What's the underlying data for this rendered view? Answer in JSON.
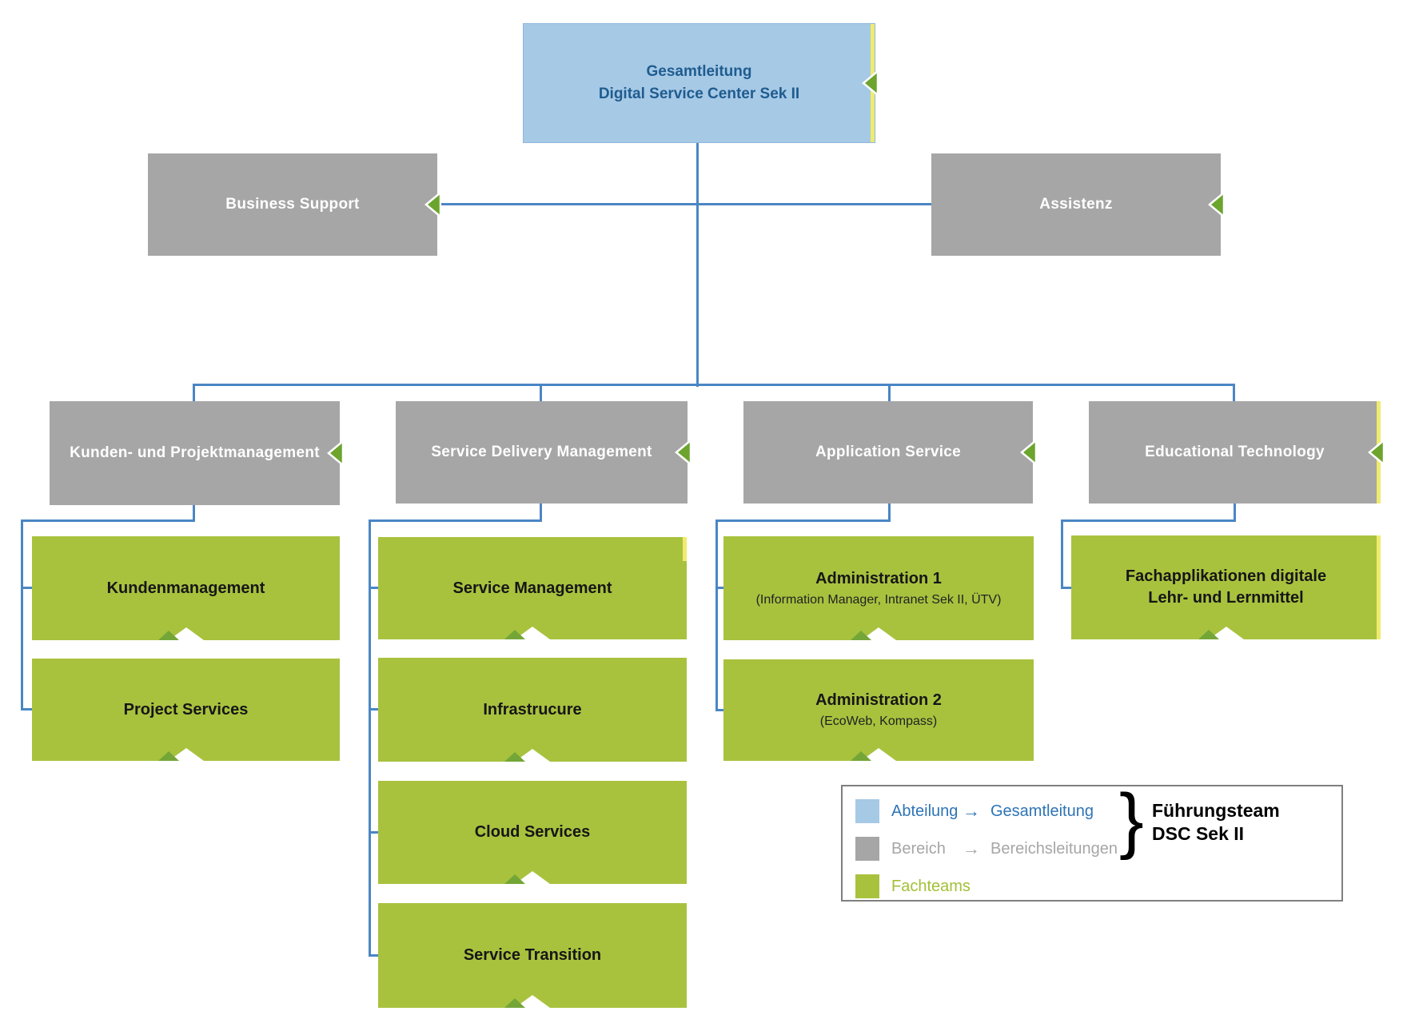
{
  "org": {
    "root": {
      "line1": "Gesamtleitung",
      "line2": "Digital Service Center Sek II"
    },
    "staff": [
      {
        "label": "Business Support"
      },
      {
        "label": "Assistenz"
      }
    ],
    "bereiche": [
      {
        "label": "Kunden- und Projektmanagement"
      },
      {
        "label": "Service Delivery Management"
      },
      {
        "label": "Application Service"
      },
      {
        "label": "Educational Technology"
      }
    ],
    "teams": [
      {
        "label": "Kundenmanagement"
      },
      {
        "label": "Project Services"
      },
      {
        "label": "Service Management"
      },
      {
        "label": "Infrastrucure"
      },
      {
        "label": "Cloud Services"
      },
      {
        "label": "Service Transition"
      },
      {
        "label": "Administration 1",
        "sub": "(Information Manager, Intranet Sek II, ÜTV)"
      },
      {
        "label": "Administration 2",
        "sub": "(EcoWeb, Kompass)"
      },
      {
        "line1": "Fachapplikationen digitale",
        "line2": "Lehr- und Lernmittel"
      }
    ]
  },
  "legend": {
    "items": [
      {
        "label": "Abteilung",
        "arrow": "→",
        "target": "Gesamtleitung"
      },
      {
        "label": "Bereich",
        "arrow": "→",
        "target": "Bereichsleitungen"
      },
      {
        "label": "Fachteams",
        "arrow": "",
        "target": ""
      }
    ],
    "brace": "}",
    "note_line1": "Führungsteam",
    "note_line2": "DSC Sek II"
  },
  "colors": {
    "abteilung_fill": "#A6C9E6",
    "bereich_fill": "#A6A6A6",
    "fachteam_fill": "#A8C23E",
    "connector": "#4A86C5",
    "root_text": "#1F5C8F",
    "legend_blue_text": "#2E74B5",
    "legend_gray_text": "#A6A6A6",
    "legend_green_text": "#A2C037",
    "highlight_yellow": "#F0EB6E",
    "edge_arrow_green": "#6CA42E"
  }
}
